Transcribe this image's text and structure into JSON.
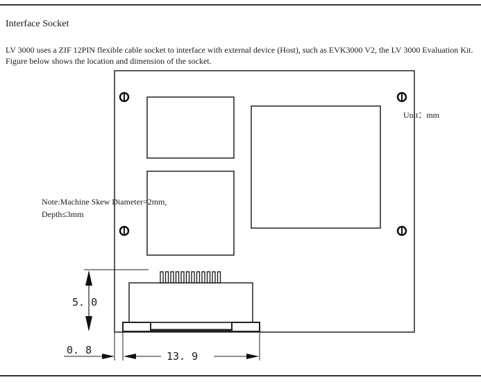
{
  "section": {
    "title": "Interface Socket",
    "body": "LV 3000 uses a ZIF 12PIN flexible cable socket to interface with external device (Host), such as EVK3000 V2, the LV 3000 Evaluation Kit. Figure below shows the location and dimension of the socket."
  },
  "figure": {
    "unit_label": "Unit：mm",
    "note_line1": "Note:Machine Skew Diameter=2mm,",
    "note_line2": "Depth≤3mm",
    "dim_height": "5. 0",
    "dim_offset": "0. 8",
    "dim_width": "13. 9",
    "socket_pin_count": 12
  }
}
